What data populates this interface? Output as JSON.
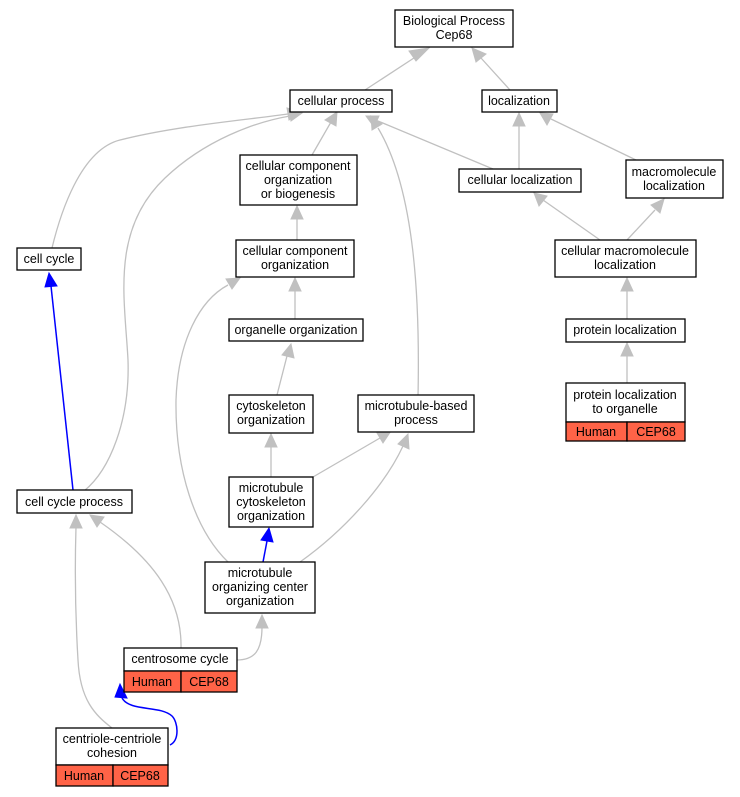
{
  "graph": {
    "root": {
      "line1": "Biological Process",
      "line2": "Cep68"
    },
    "nodes": {
      "cellular_process": "cellular process",
      "localization": "localization",
      "ccob_1": "cellular component",
      "ccob_2": "organization",
      "ccob_3": "or biogenesis",
      "cellular_localization": "cellular localization",
      "macromolecule_localization_1": "macromolecule",
      "macromolecule_localization_2": "localization",
      "cell_cycle": "cell cycle",
      "cco_1": "cellular component",
      "cco_2": "organization",
      "cml_1": "cellular macromolecule",
      "cml_2": "localization",
      "organelle_organization": "organelle organization",
      "protein_localization": "protein localization",
      "cytoskeleton_1": "cytoskeleton",
      "cytoskeleton_2": "organization",
      "mtb_1": "microtubule-based",
      "mtb_2": "process",
      "plto_1": "protein localization",
      "plto_2": "to organelle",
      "mco_1": "microtubule",
      "mco_2": "cytoskeleton",
      "mco_3": "organization",
      "cell_cycle_process": "cell cycle process",
      "mtoc_1": "microtubule",
      "mtoc_2": "organizing center",
      "mtoc_3": "organization",
      "centrosome_cycle": "centrosome cycle",
      "ccc_1": "centriole-centriole",
      "ccc_2": "cohesion"
    },
    "annotation": {
      "species": "Human",
      "gene": "CEP68"
    },
    "colors": {
      "annotation_fill": "#ff6347",
      "regular_edge": "#c0c0c0",
      "highlight_edge": "#0000ff"
    }
  }
}
